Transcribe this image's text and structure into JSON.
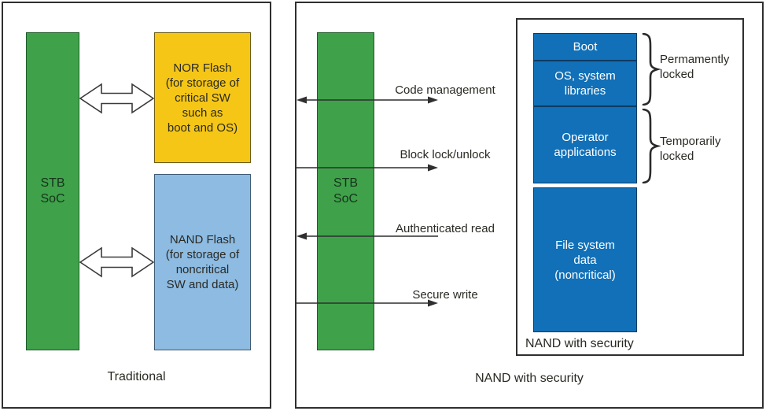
{
  "colors": {
    "soc_green": "#3fa24a",
    "nor_yellow": "#f5c616",
    "nand_light_blue": "#8dbbe2",
    "secure_blue": "#1170b7",
    "line_dark": "#2f2f2f",
    "text_dark": "#2a2a24",
    "text_light": "#ffffff"
  },
  "left_panel": {
    "soc_label": "STB\nSoC",
    "nor_flash": {
      "label": "NOR Flash\n(for storage of\ncritical SW\nsuch as\nboot and OS)"
    },
    "nand_flash": {
      "label": "NAND Flash\n(for storage of\nnoncritical\nSW and data)"
    },
    "caption": "Traditional"
  },
  "right_panel": {
    "soc_label": "STB\nSoC",
    "arrows": [
      {
        "label": "Code management",
        "direction": "both"
      },
      {
        "label": "Block lock/unlock",
        "direction": "right"
      },
      {
        "label": "Authenticated read",
        "direction": "left"
      },
      {
        "label": "Secure write",
        "direction": "right"
      }
    ],
    "nand_box": {
      "segments": [
        "Boot",
        "OS, system\nlibraries",
        "Operator\napplications",
        "File system\ndata\n(noncritical)"
      ],
      "caption": "NAND with security"
    },
    "locks": [
      {
        "label": "Permamently\nlocked"
      },
      {
        "label": "Temporarily\nlocked"
      }
    ],
    "caption": "NAND with security"
  }
}
